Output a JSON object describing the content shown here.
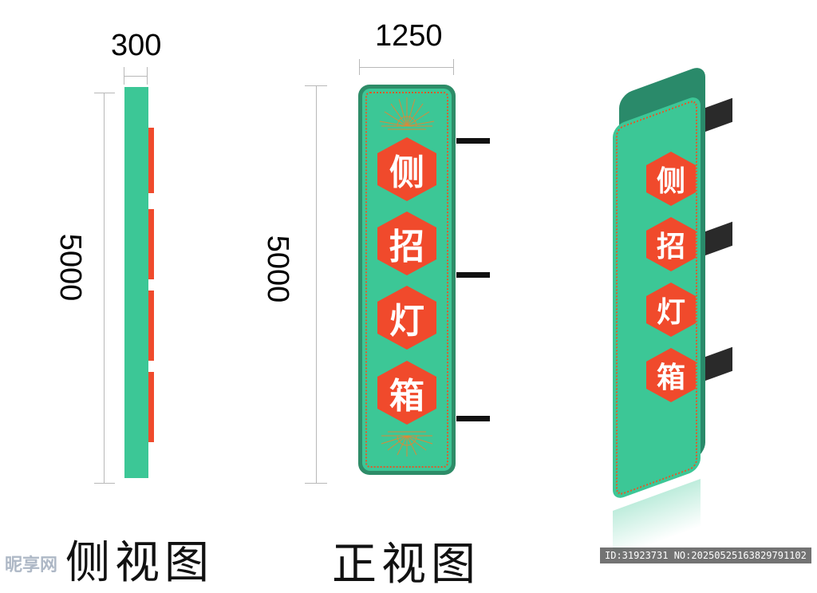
{
  "colors": {
    "panel_green": "#3cc796",
    "panel_green_dark": "#2a8a6a",
    "panel_border": "#2e8c68",
    "panel_dots": "#e05a2a",
    "accent_red": "#f04a2c",
    "bracket": "#111111"
  },
  "side_view": {
    "width_label": "300",
    "height_label": "5000",
    "caption": "侧视图"
  },
  "front_view": {
    "width_label": "1250",
    "height_label": "5000",
    "caption": "正视图",
    "chars": [
      "侧",
      "招",
      "灯",
      "箱"
    ],
    "icons": [
      "sunrise-icon",
      "sunrise-icon"
    ]
  },
  "iso_view": {
    "chars": [
      "侧",
      "招",
      "灯",
      "箱"
    ]
  },
  "watermark": {
    "site": "昵享网",
    "id_text": "ID:31923731 NO:20250525163829791102"
  }
}
